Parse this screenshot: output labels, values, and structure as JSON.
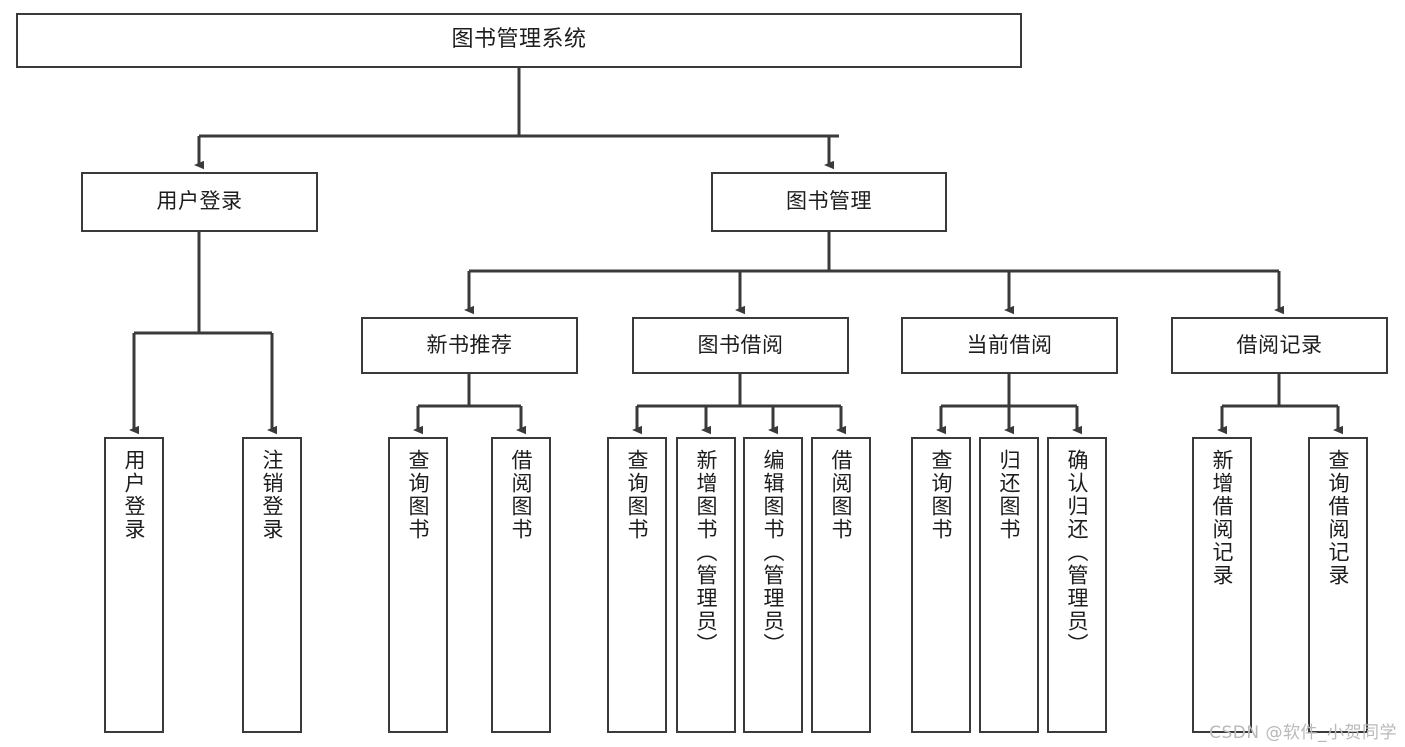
{
  "diagram": {
    "title": "图书管理系统",
    "type": "tree-hierarchy-diagram",
    "theme": {
      "background": "#ffffff",
      "node_border": "#3a3a3a",
      "node_fill": "#ffffff",
      "edge_color": "#3a3a3a",
      "text_color": "#1d1d1d",
      "watermark_color": "#b9b9b9"
    },
    "root": {
      "label": "图书管理系统"
    },
    "level2": [
      {
        "label": "用户登录"
      },
      {
        "label": "图书管理"
      }
    ],
    "level3": [
      {
        "label": "新书推荐"
      },
      {
        "label": "图书借阅"
      },
      {
        "label": "当前借阅"
      },
      {
        "label": "借阅记录"
      }
    ],
    "leaves": {
      "user_login": [
        {
          "label": "用户登录"
        },
        {
          "label": "注销登录"
        }
      ],
      "new_book_recommend": [
        {
          "label": "查询图书"
        },
        {
          "label": "借阅图书"
        }
      ],
      "book_borrow": [
        {
          "label": "查询图书"
        },
        {
          "label": "新增图书（管理员）"
        },
        {
          "label": "编辑图书（管理员）"
        },
        {
          "label": "借阅图书"
        }
      ],
      "current_borrow": [
        {
          "label": "查询图书"
        },
        {
          "label": "归还图书"
        },
        {
          "label": "确认归还（管理员）"
        }
      ],
      "borrow_record": [
        {
          "label": "新增借阅记录"
        },
        {
          "label": "查询借阅记录"
        }
      ]
    },
    "watermark": "CSDN @软件_小贺同学"
  }
}
